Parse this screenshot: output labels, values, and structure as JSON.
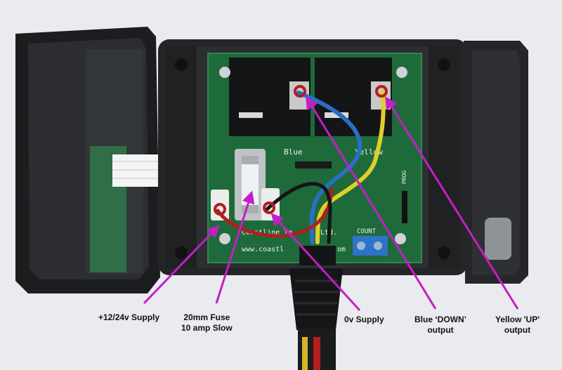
{
  "board": {
    "label_blue": "Blue",
    "label_yellow": "Yellow",
    "label_count": "COUNT",
    "label_prog": "PROG",
    "label_company": "Coastline Te",
    "label_company_end": "Ltd.",
    "label_web": "www.coastl",
    "label_web_end": "om"
  },
  "callouts": [
    {
      "id": "supply",
      "lines": [
        "+12/24v Supply"
      ]
    },
    {
      "id": "fuse",
      "lines": [
        "20mm Fuse",
        "10 amp Slow"
      ]
    },
    {
      "id": "zero",
      "lines": [
        "0v Supply"
      ]
    },
    {
      "id": "blue",
      "lines": [
        "Blue ‘DOWN’",
        "output"
      ]
    },
    {
      "id": "yellow",
      "lines": [
        "Yellow 'UP'",
        "output"
      ]
    }
  ],
  "colors": {
    "arrow": "#c21fc6",
    "board": "#1f6a3a",
    "enclosure": "#242628",
    "wire_blue": "#2a6fc4",
    "wire_yellow": "#e0cf2a",
    "wire_red": "#b01e22",
    "wire_black": "#151515"
  }
}
